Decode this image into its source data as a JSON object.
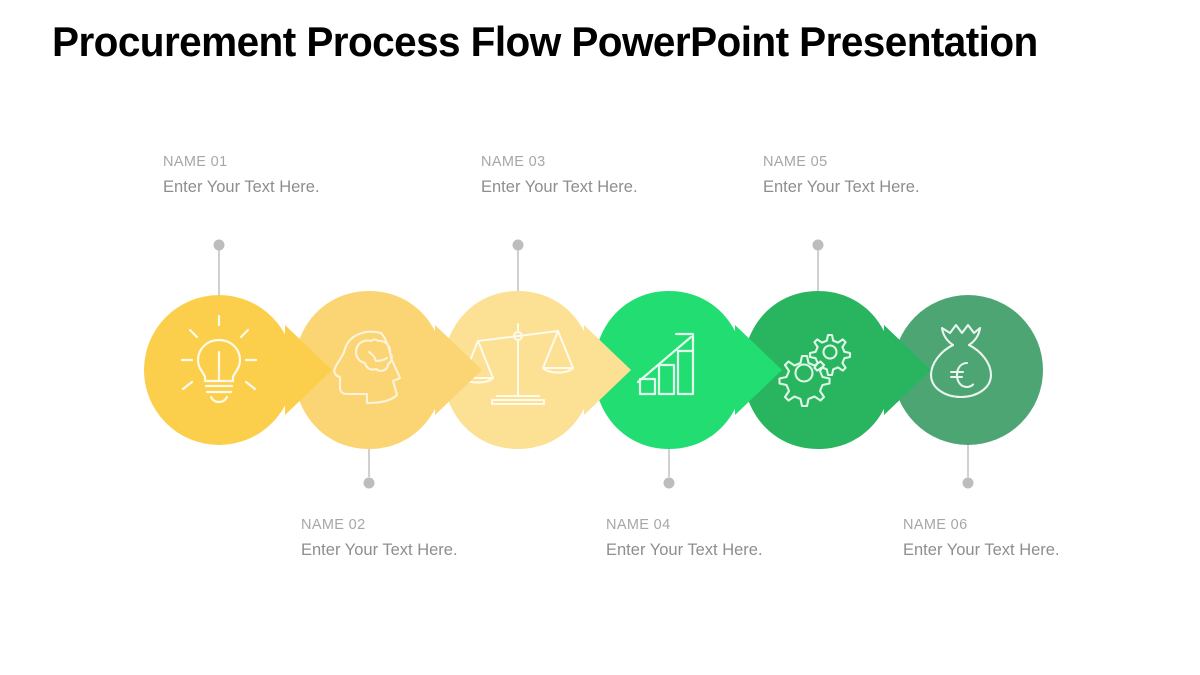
{
  "slide": {
    "title": "Procurement Process Flow PowerPoint Presentation",
    "background_color": "#ffffff"
  },
  "diagram": {
    "type": "process-chain",
    "connector_color": "#bfbfbf",
    "steps": [
      {
        "index": 1,
        "name": "NAME 01",
        "text": "Enter Your Text Here.",
        "icon": "lightbulb-icon",
        "color": "#FBCF4B",
        "shape": "teardrop-right",
        "label_position": "top"
      },
      {
        "index": 2,
        "name": "NAME 02",
        "text": "Enter Your Text Here.",
        "icon": "head-brain-icon",
        "color": "#FBD573",
        "shape": "lens-both",
        "label_position": "bottom"
      },
      {
        "index": 3,
        "name": "NAME 03",
        "text": "Enter Your Text Here.",
        "icon": "balance-scale-icon",
        "color": "#FCE195",
        "shape": "lens-both",
        "label_position": "top"
      },
      {
        "index": 4,
        "name": "NAME 04",
        "text": "Enter Your Text Here.",
        "icon": "growth-chart-icon",
        "color": "#22DD72",
        "shape": "lens-both",
        "label_position": "bottom"
      },
      {
        "index": 5,
        "name": "NAME 05",
        "text": "Enter Your Text Here.",
        "icon": "gears-icon",
        "color": "#29B55F",
        "shape": "lens-both",
        "label_position": "top"
      },
      {
        "index": 6,
        "name": "NAME 06",
        "text": "Enter Your Text Here.",
        "icon": "money-bag-euro-icon",
        "color": "#4CA573",
        "shape": "circle",
        "label_position": "bottom"
      }
    ]
  }
}
